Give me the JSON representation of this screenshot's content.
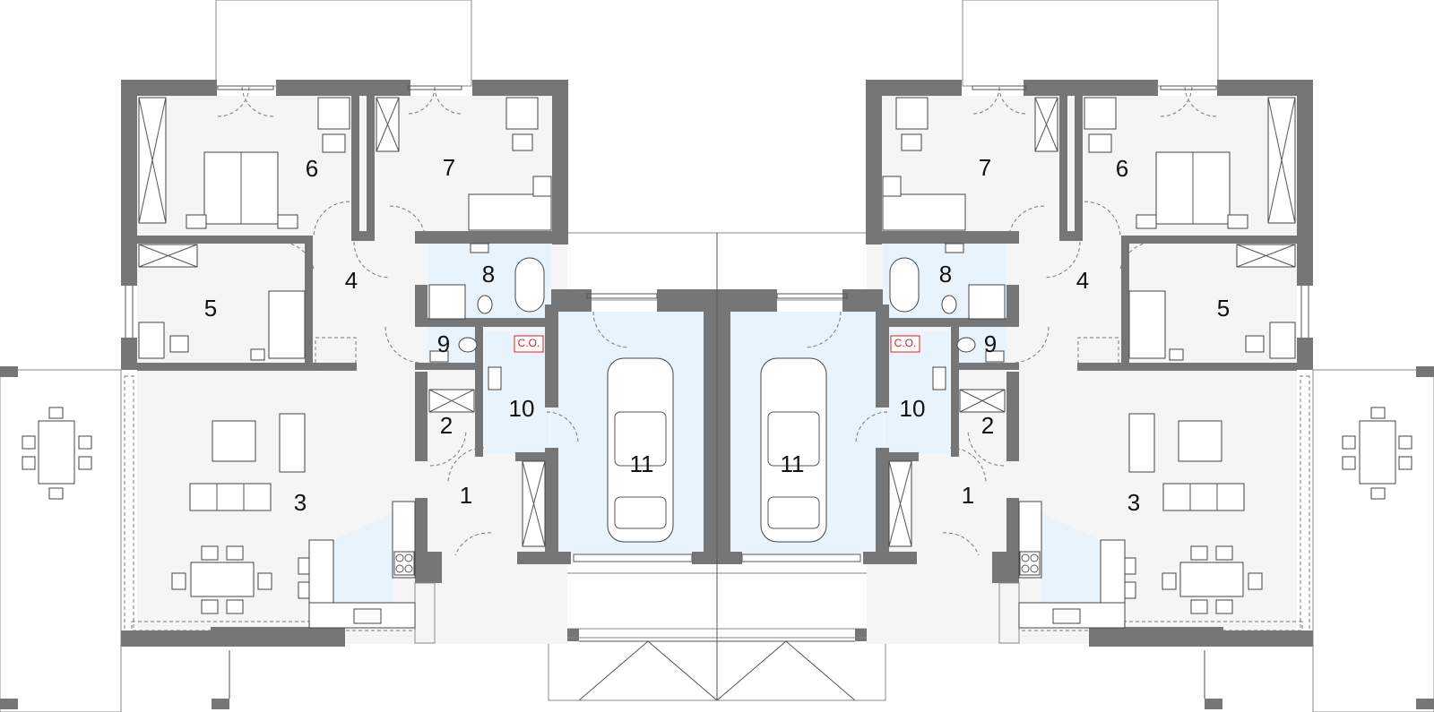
{
  "plan": {
    "left_unit": {
      "rooms": {
        "r1": "1",
        "r2": "2",
        "r3": "3",
        "r4": "4",
        "r5": "5",
        "r6": "6",
        "r7": "7",
        "r8": "8",
        "r9": "9",
        "r10": "10",
        "r11": "11"
      },
      "boiler_label": "C.O."
    },
    "right_unit": {
      "rooms": {
        "r1": "1",
        "r2": "2",
        "r3": "3",
        "r4": "4",
        "r5": "5",
        "r6": "6",
        "r7": "7",
        "r8": "8",
        "r9": "9",
        "r10": "10",
        "r11": "11"
      },
      "boiler_label": "C.O."
    },
    "colors": {
      "wall": "#767676",
      "floor": "#f5f5f5",
      "wet_room": "#e8f3fb",
      "boiler_marker": "#d62020"
    }
  }
}
